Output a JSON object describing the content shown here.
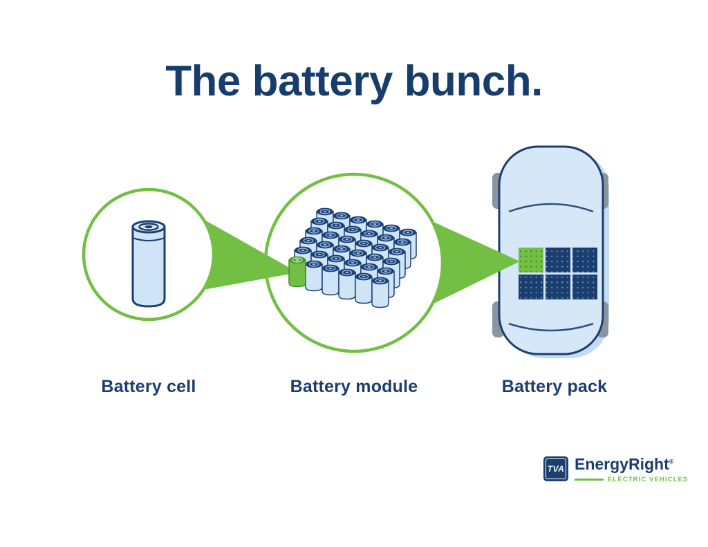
{
  "title": "The battery bunch.",
  "stages": [
    {
      "label": "Battery cell"
    },
    {
      "label": "Battery module"
    },
    {
      "label": "Battery pack"
    }
  ],
  "logo": {
    "tva": "TVA",
    "brand": "EnergyRight",
    "registered": "®",
    "tagline": "ELECTRIC VEHICLES"
  },
  "colors": {
    "navy": "#1b3e70",
    "title_navy": "#173d6d",
    "green": "#72bf44",
    "light_blue": "#cfe4f7",
    "car_blue": "#d6e8f8",
    "wheel_gray": "#8b95a0"
  }
}
